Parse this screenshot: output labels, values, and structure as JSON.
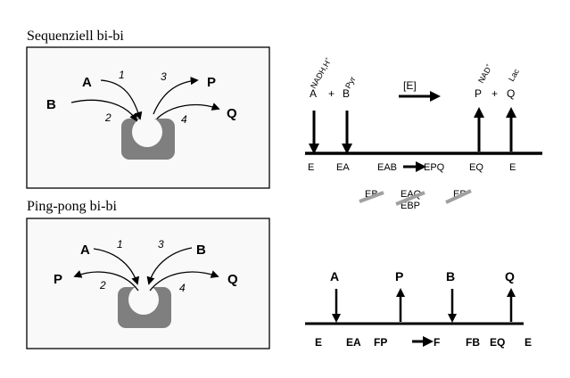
{
  "sequential": {
    "heading": "Sequenziell bi-bi",
    "box": {
      "substrates": [
        "A",
        "B"
      ],
      "products": [
        "P",
        "Q"
      ],
      "steps": [
        "1",
        "2",
        "3",
        "4"
      ]
    },
    "scheme": {
      "top_left": {
        "cofactor": "NADH,H",
        "cofactor_sup": "+",
        "second": "Pyr"
      },
      "substrate_line": {
        "a": "A",
        "plus": "+",
        "b": "B"
      },
      "enzyme": "[E]",
      "top_right": {
        "cofactor": "NAD",
        "cofactor_sup": "+",
        "second": "Lac"
      },
      "product_line": {
        "p": "P",
        "plus": "+",
        "q": "Q"
      },
      "states": [
        "E",
        "EA",
        "EAB",
        "EPQ",
        "EQ",
        "E"
      ],
      "excluded": [
        "EB",
        "EAQ",
        "EBP",
        "EP"
      ]
    }
  },
  "pingpong": {
    "heading": "Ping-pong bi-bi",
    "box": {
      "substrates": [
        "A",
        "B"
      ],
      "products": [
        "P",
        "Q"
      ],
      "steps": [
        "1",
        "2",
        "3",
        "4"
      ]
    },
    "scheme": {
      "letters": [
        "A",
        "P",
        "B",
        "Q"
      ],
      "states": [
        "E",
        "EA",
        "FP",
        "F",
        "FB",
        "EQ",
        "E"
      ]
    }
  },
  "colors": {
    "enzyme": "#7f7f7f",
    "strike": "#a0a0a0",
    "panel_bg": "#f9f9f9",
    "ink": "#000000"
  }
}
